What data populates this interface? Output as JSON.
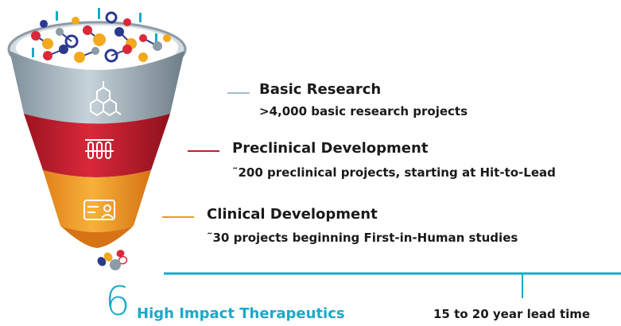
{
  "colors": {
    "basic": "#a9bccb",
    "preclinical": "#c21f2e",
    "clinical": "#f19a1c",
    "accent": "#1aa9c9",
    "text": "#1a1a1a"
  },
  "stages": [
    {
      "title": "Basic Research",
      "description": ">4,000 basic research projects",
      "icon": "hexagon-molecule-icon"
    },
    {
      "title": "Preclinical Development",
      "description": "˜200 preclinical projects, starting at Hit-to-Lead",
      "icon": "test-tubes-icon"
    },
    {
      "title": "Clinical Development",
      "description": "˜30 projects beginning First-in-Human studies",
      "icon": "patient-id-card-icon"
    }
  ],
  "outcome": {
    "number": "6",
    "label": "High Impact Therapeutics",
    "icon": "pills-icon"
  },
  "timeline": {
    "label": "15 to 20 year lead time"
  }
}
